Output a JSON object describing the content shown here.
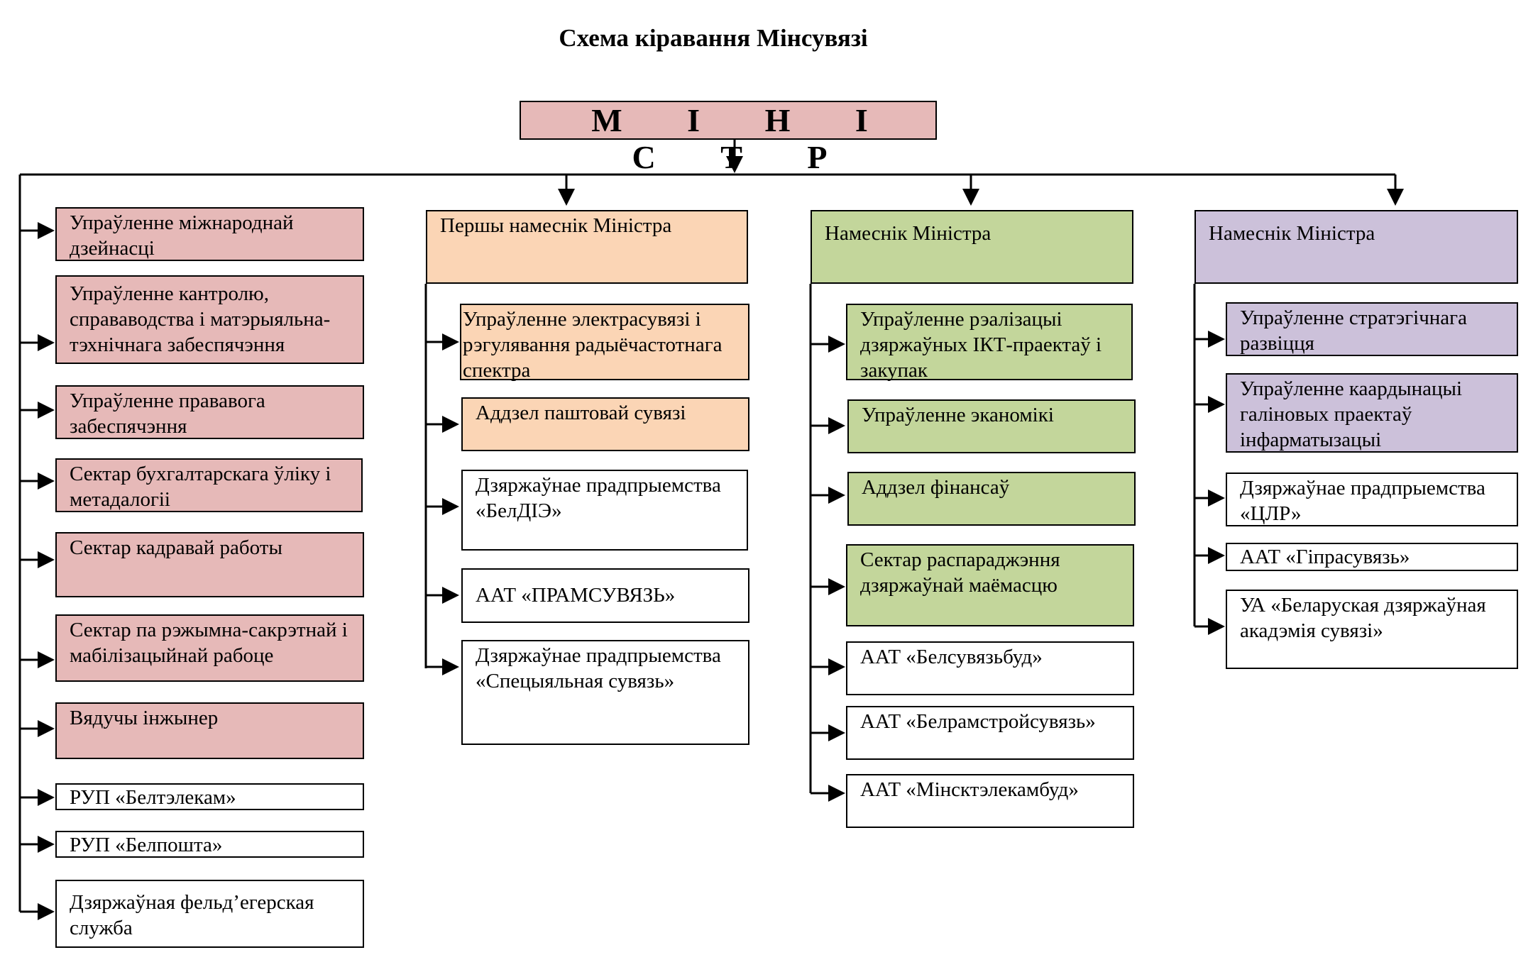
{
  "title": "Схема кіравання Мінсувязі",
  "minister": "М І Н І С Т Р",
  "heads": [
    "Першы намеснік Міністра",
    "Намеснік Міністра",
    "Намеснік Міністра"
  ],
  "col0": [
    "Упраўленне міжнароднай дзейнасці",
    "Упраўленне кантролю, справаводства і матэрыяльна-тэхнічнага забеспячэння",
    "Упраўленне прававога забеспячэння",
    "Сектар бухгалтарскага ўліку і метадалогіі",
    "Сектар кадравай работы",
    "Сектар па рэжымна-сакрэтнай і мабілізацыйнай рабоце",
    "Вядучы інжынер",
    "РУП «Белтэлекам»",
    "РУП «Белпошта»",
    "Дзяржаўная фельд’егерская служба"
  ],
  "col1": [
    "Упраўленне электрасувязі і рэгулявання радыёчастотнага спектра",
    "Аддзел паштовай сувязі",
    "Дзяржаўнае прадпрыемства «БелДІЭ»",
    "ААТ «ПРАМСУВЯЗЬ»",
    "Дзяржаўнае прадпрыемства «Спецыяльная сувязь»"
  ],
  "col2": [
    "Упраўленне рэалізацыі дзяржаўных ІКТ-праектаў і закупак",
    "Упраўленне эканомікі",
    "Аддзел фінансаў",
    "Сектар распараджэння дзяржаўнай маёмасцю",
    "ААТ «Белсувязьбуд»",
    "ААТ «Белрамстройсувязь»",
    "ААТ «Мінсктэлекамбуд»"
  ],
  "col3": [
    "Упраўленне стратэгічнага развіцця",
    "Упраўленне каардынацыі галіновых праектаў інфарматызацыі",
    "Дзяржаўнае прадпрыемства «ЦЛР»",
    "ААТ «Гіпрасувязь»",
    "УА «Беларуская дзяржаўная акадэмія сувязі»"
  ],
  "colors": {
    "pink": "#e6b9b8",
    "peach": "#fbd5b5",
    "green": "#c3d69b",
    "lavender": "#ccc1da",
    "line": "#000000"
  }
}
